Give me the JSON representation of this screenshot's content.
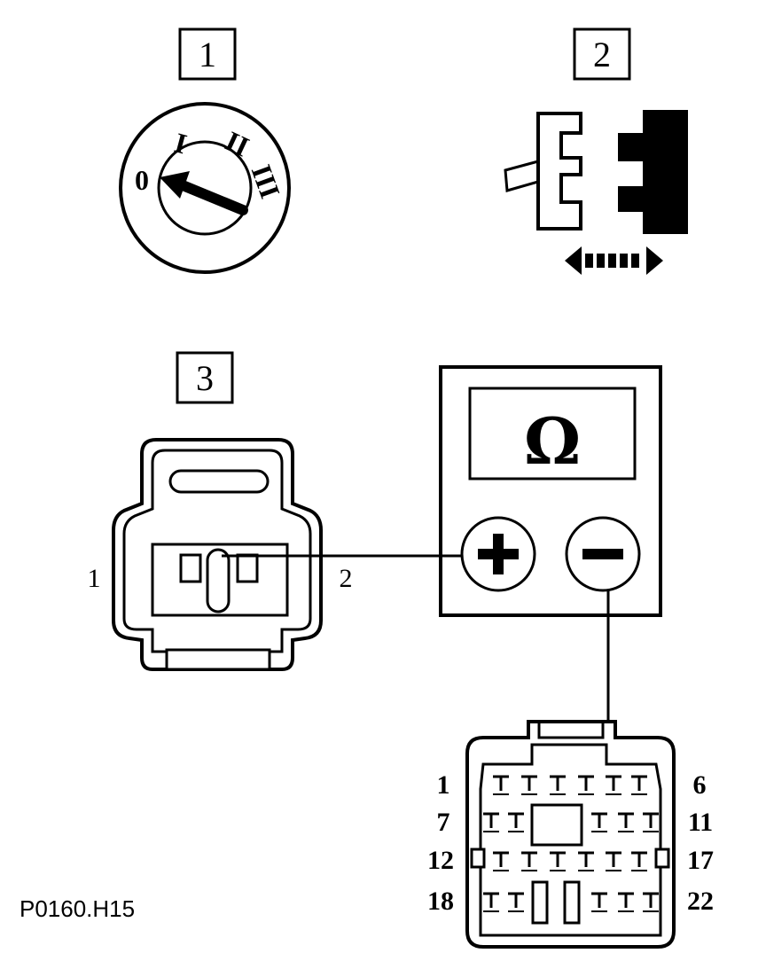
{
  "steps": [
    "1",
    "2",
    "3"
  ],
  "ignition": {
    "positions": [
      "0",
      "I",
      "II",
      "III"
    ]
  },
  "connector_small": {
    "pin_left": "1",
    "pin_right": "2"
  },
  "meter": {
    "symbol": "Ω",
    "plus": "+",
    "minus": "−"
  },
  "connector_large": {
    "left_labels": [
      "1",
      "7",
      "12",
      "18"
    ],
    "right_labels": [
      "6",
      "11",
      "17",
      "22"
    ]
  },
  "reference": "P0160.H15"
}
